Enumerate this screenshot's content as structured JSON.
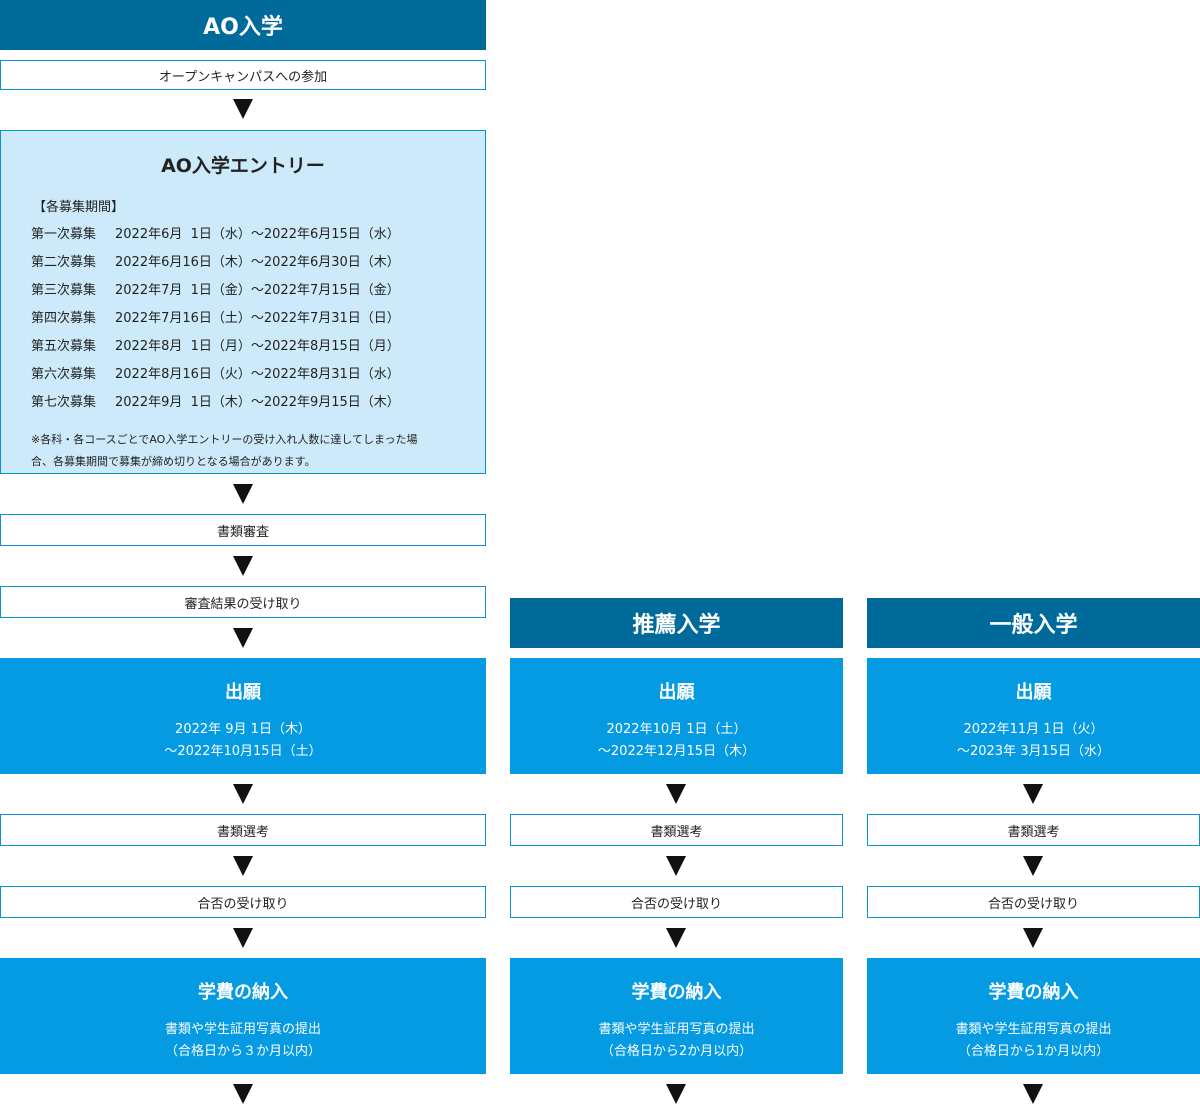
{
  "ao": {
    "header": "AO入学",
    "step_open_campus": "オープンキャンパスへの参加",
    "entry": {
      "title": "AO入学エントリー",
      "heading": "【各募集期間】",
      "periods": [
        {
          "name": "第一次募集",
          "range": "2022年6月  1日（水）〜2022年6月15日（水）"
        },
        {
          "name": "第二次募集",
          "range": "2022年6月16日（木）〜2022年6月30日（木）"
        },
        {
          "name": "第三次募集",
          "range": "2022年7月  1日（金）〜2022年7月15日（金）"
        },
        {
          "name": "第四次募集",
          "range": "2022年7月16日（土）〜2022年7月31日（日）"
        },
        {
          "name": "第五次募集",
          "range": "2022年8月  1日（月）〜2022年8月15日（月）"
        },
        {
          "name": "第六次募集",
          "range": "2022年8月16日（火）〜2022年8月31日（水）"
        },
        {
          "name": "第七次募集",
          "range": "2022年9月  1日（木）〜2022年9月15日（木）"
        }
      ],
      "note_line1": "※各科・各コースごとでAO入学エントリーの受け入れ人数に達してしまった場",
      "note_line2": "合、各募集期間で募集が締め切りとなる場合があります。"
    },
    "step_document_review": "書類審査",
    "step_receive_review_result": "審査結果の受け取り",
    "application": {
      "title": "出願",
      "line1": "2022年  9月  1日（木）",
      "line2": "〜2022年10月15日（土）"
    },
    "step_document_selection": "書類選考",
    "step_receive_result": "合否の受け取り",
    "tuition": {
      "title": "学費の納入",
      "line1": "書類や学生証用写真の提出",
      "line2": "（合格日から３か月以内）"
    }
  },
  "recommendation": {
    "header": "推薦入学",
    "application": {
      "title": "出願",
      "line1": "2022年10月  1日（土）",
      "line2": "〜2022年12月15日（木）"
    },
    "step_document_selection": "書類選考",
    "step_receive_result": "合否の受け取り",
    "tuition": {
      "title": "学費の納入",
      "line1": "書類や学生証用写真の提出",
      "line2": "（合格日から2か月以内）"
    }
  },
  "general": {
    "header": "一般入学",
    "application": {
      "title": "出願",
      "line1": "2022年11月  1日（火）",
      "line2": "〜2023年  3月15日（水）"
    },
    "step_document_selection": "書類選考",
    "step_receive_result": "合否の受け取り",
    "tuition": {
      "title": "学費の納入",
      "line1": "書類や学生証用写真の提出",
      "line2": "（合格日から1か月以内）"
    }
  },
  "colors": {
    "header_bg": "#006a9b",
    "box_blue": "#049be3",
    "entry_bg": "#cdeafb",
    "border": "#0a93d3",
    "arrow": "#111111"
  },
  "icons": {
    "flow_arrow": "down-triangle"
  }
}
